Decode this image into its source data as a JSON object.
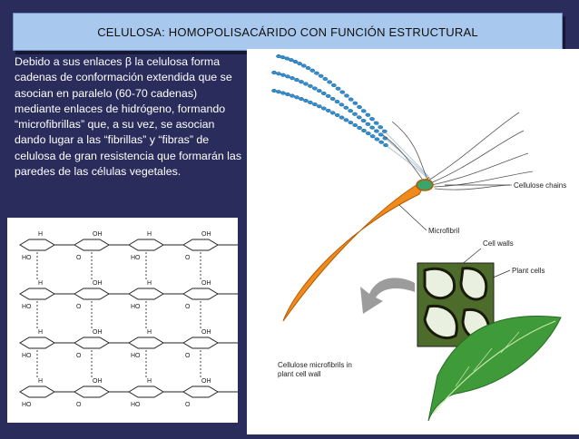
{
  "slide": {
    "title": "CELULOSA: HOMOPOLISACÁRIDO CON FUNCIÓN ESTRUCTURAL",
    "body": "Debido a sus enlaces β la celulosa forma cadenas de conformación extendida que se asocian en paralelo (60-70 cadenas) mediante enlaces de hidrógeno, formando “microfibrillas” que, a su vez, se asocian dando lugar a las “fibrillas” y “fibras” de celulosa de gran resistencia que formarán las paredes de las células vegetales."
  },
  "figure": {
    "labels": {
      "cellulose_chains": "Cellulose chains",
      "microfibril": "Microfibril",
      "cell_walls": "Cell walls",
      "plant_cells": "Plant cells",
      "microfibrils_wall": "Cellulose microfibrils in plant cell wall"
    },
    "colors": {
      "chain_beads": "#2f8fd0",
      "microfibril": "#f08a1c",
      "leaf": "#3f9a3a",
      "arrow": "#9c9c9c"
    }
  },
  "structure": {
    "atom_labels": [
      "H",
      "HO",
      "OH",
      "O",
      "H",
      "HO",
      "OH",
      "O",
      "H",
      "HO",
      "OH",
      "O",
      "H",
      "HO",
      "OH",
      "O",
      "H",
      "HO",
      "OH",
      "O",
      "H",
      "HO",
      "OH",
      "O",
      "H",
      "HO",
      "OH",
      "O",
      "H",
      "HO",
      "OH",
      "O"
    ]
  }
}
